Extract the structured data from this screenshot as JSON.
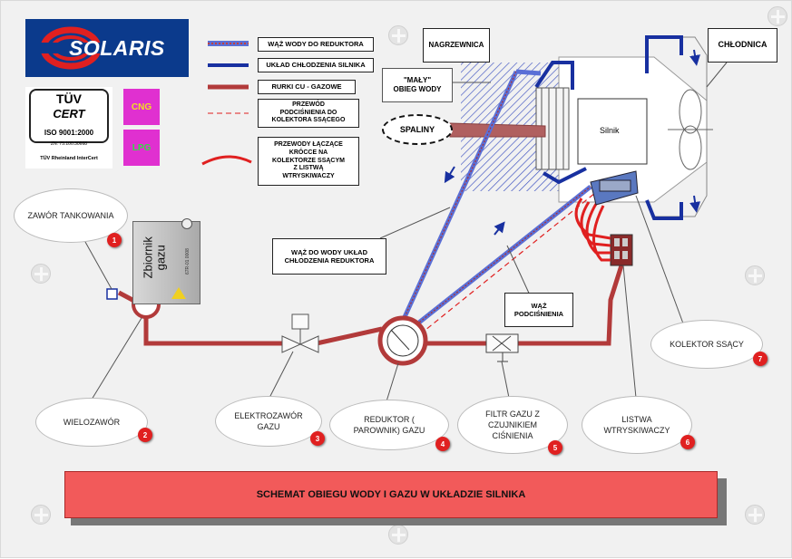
{
  "logo": {
    "brand": "SOLARIS"
  },
  "certificate": {
    "tuv": "TÜV",
    "cert": "CERT",
    "iso": "ISO 9001:2000",
    "zn": "ZN: 75.100.30668",
    "issuer": "TÜV Rheinland InterCert"
  },
  "fuel_badges": {
    "cng": "CNG",
    "lpg": "LPG"
  },
  "legend": {
    "items": [
      {
        "label": "WĄŻ WODY DO REDUKTORA"
      },
      {
        "label": "UKŁAD CHŁODZENIA SILNIKA"
      },
      {
        "label": "RURKI CU - GAZOWE"
      },
      {
        "label": "PRZEWÓD\nPODCIŚNIENIA DO\nKOLEKTORA SSĄCEGO"
      },
      {
        "label": "PRZEWODY ŁĄCZĄCE\nKRÓCCE NA\nKOLEKTORZE SSĄCYM\nZ LISTWĄ\nWTRYSKIWACZY"
      }
    ]
  },
  "callouts": {
    "nagrzewnica": "NAGRZEWNICA",
    "chlodnica": "CHŁODNICA",
    "maly_obieg": "\"MAŁY\"\nOBIEG WODY",
    "spaliny": "SPALINY",
    "silnik": "Silnik",
    "waz_wody_uklad": "WĄŻ DO WODY UKŁAD\nCHŁODZENIA REDUKTORA",
    "waz_podcisnienia": "WĄŻ\nPODCIŚNIENIA"
  },
  "tank": {
    "label": "Zbiornik\ngazu",
    "small_text": "67R-01 0008"
  },
  "components": [
    {
      "label": "ZAWÓR TANKOWANIA",
      "number": "1"
    },
    {
      "label": "WIELOZAWÓR",
      "number": "2"
    },
    {
      "label": "ELEKTROZAWÓR\nGAZU",
      "number": "3"
    },
    {
      "label": "REDUKTOR (\nPAROWNIK) GAZU",
      "number": "4"
    },
    {
      "label": "FILTR GAZU Z\nCZUJNIKIEM\nCIŚNIENIA",
      "number": "5"
    },
    {
      "label": "LISTWA\nWTRYSKIWACZY",
      "number": "6"
    },
    {
      "label": "KOLEKTOR SSĄCY",
      "number": "7"
    }
  ],
  "banner": {
    "title": "SCHEMAT OBIEGU WODY I GAZU W UKŁADZIE SILNIKA"
  },
  "colors": {
    "gas_pipe": "#b23a3a",
    "coolant": "#1830a0",
    "reducer_water": "#5a6fd6",
    "vacuum": "#e02020",
    "banner_bg": "#f25a5a",
    "badge": "#e02020"
  }
}
